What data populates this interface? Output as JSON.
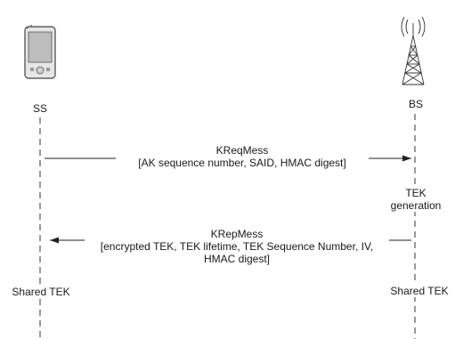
{
  "entities": {
    "ss": {
      "label": "SS",
      "device_icon": "handheld-device-icon"
    },
    "bs": {
      "label": "BS",
      "device_icon": "cell-tower-icon"
    }
  },
  "messages": [
    {
      "name": "KReqMess",
      "params": "[AK sequence number, SAID, HMAC digest]",
      "direction": "SS to BS"
    },
    {
      "name": "KRepMess",
      "params": "[encrypted TEK, TEK lifetime, TEK Sequence Number, IV,",
      "params_cont": "HMAC digest]",
      "direction": "BS to SS"
    }
  ],
  "events": {
    "tek_generation_line1": "TEK",
    "tek_generation_line2": "generation",
    "ss_shared": "Shared TEK",
    "bs_shared": "Shared TEK"
  }
}
